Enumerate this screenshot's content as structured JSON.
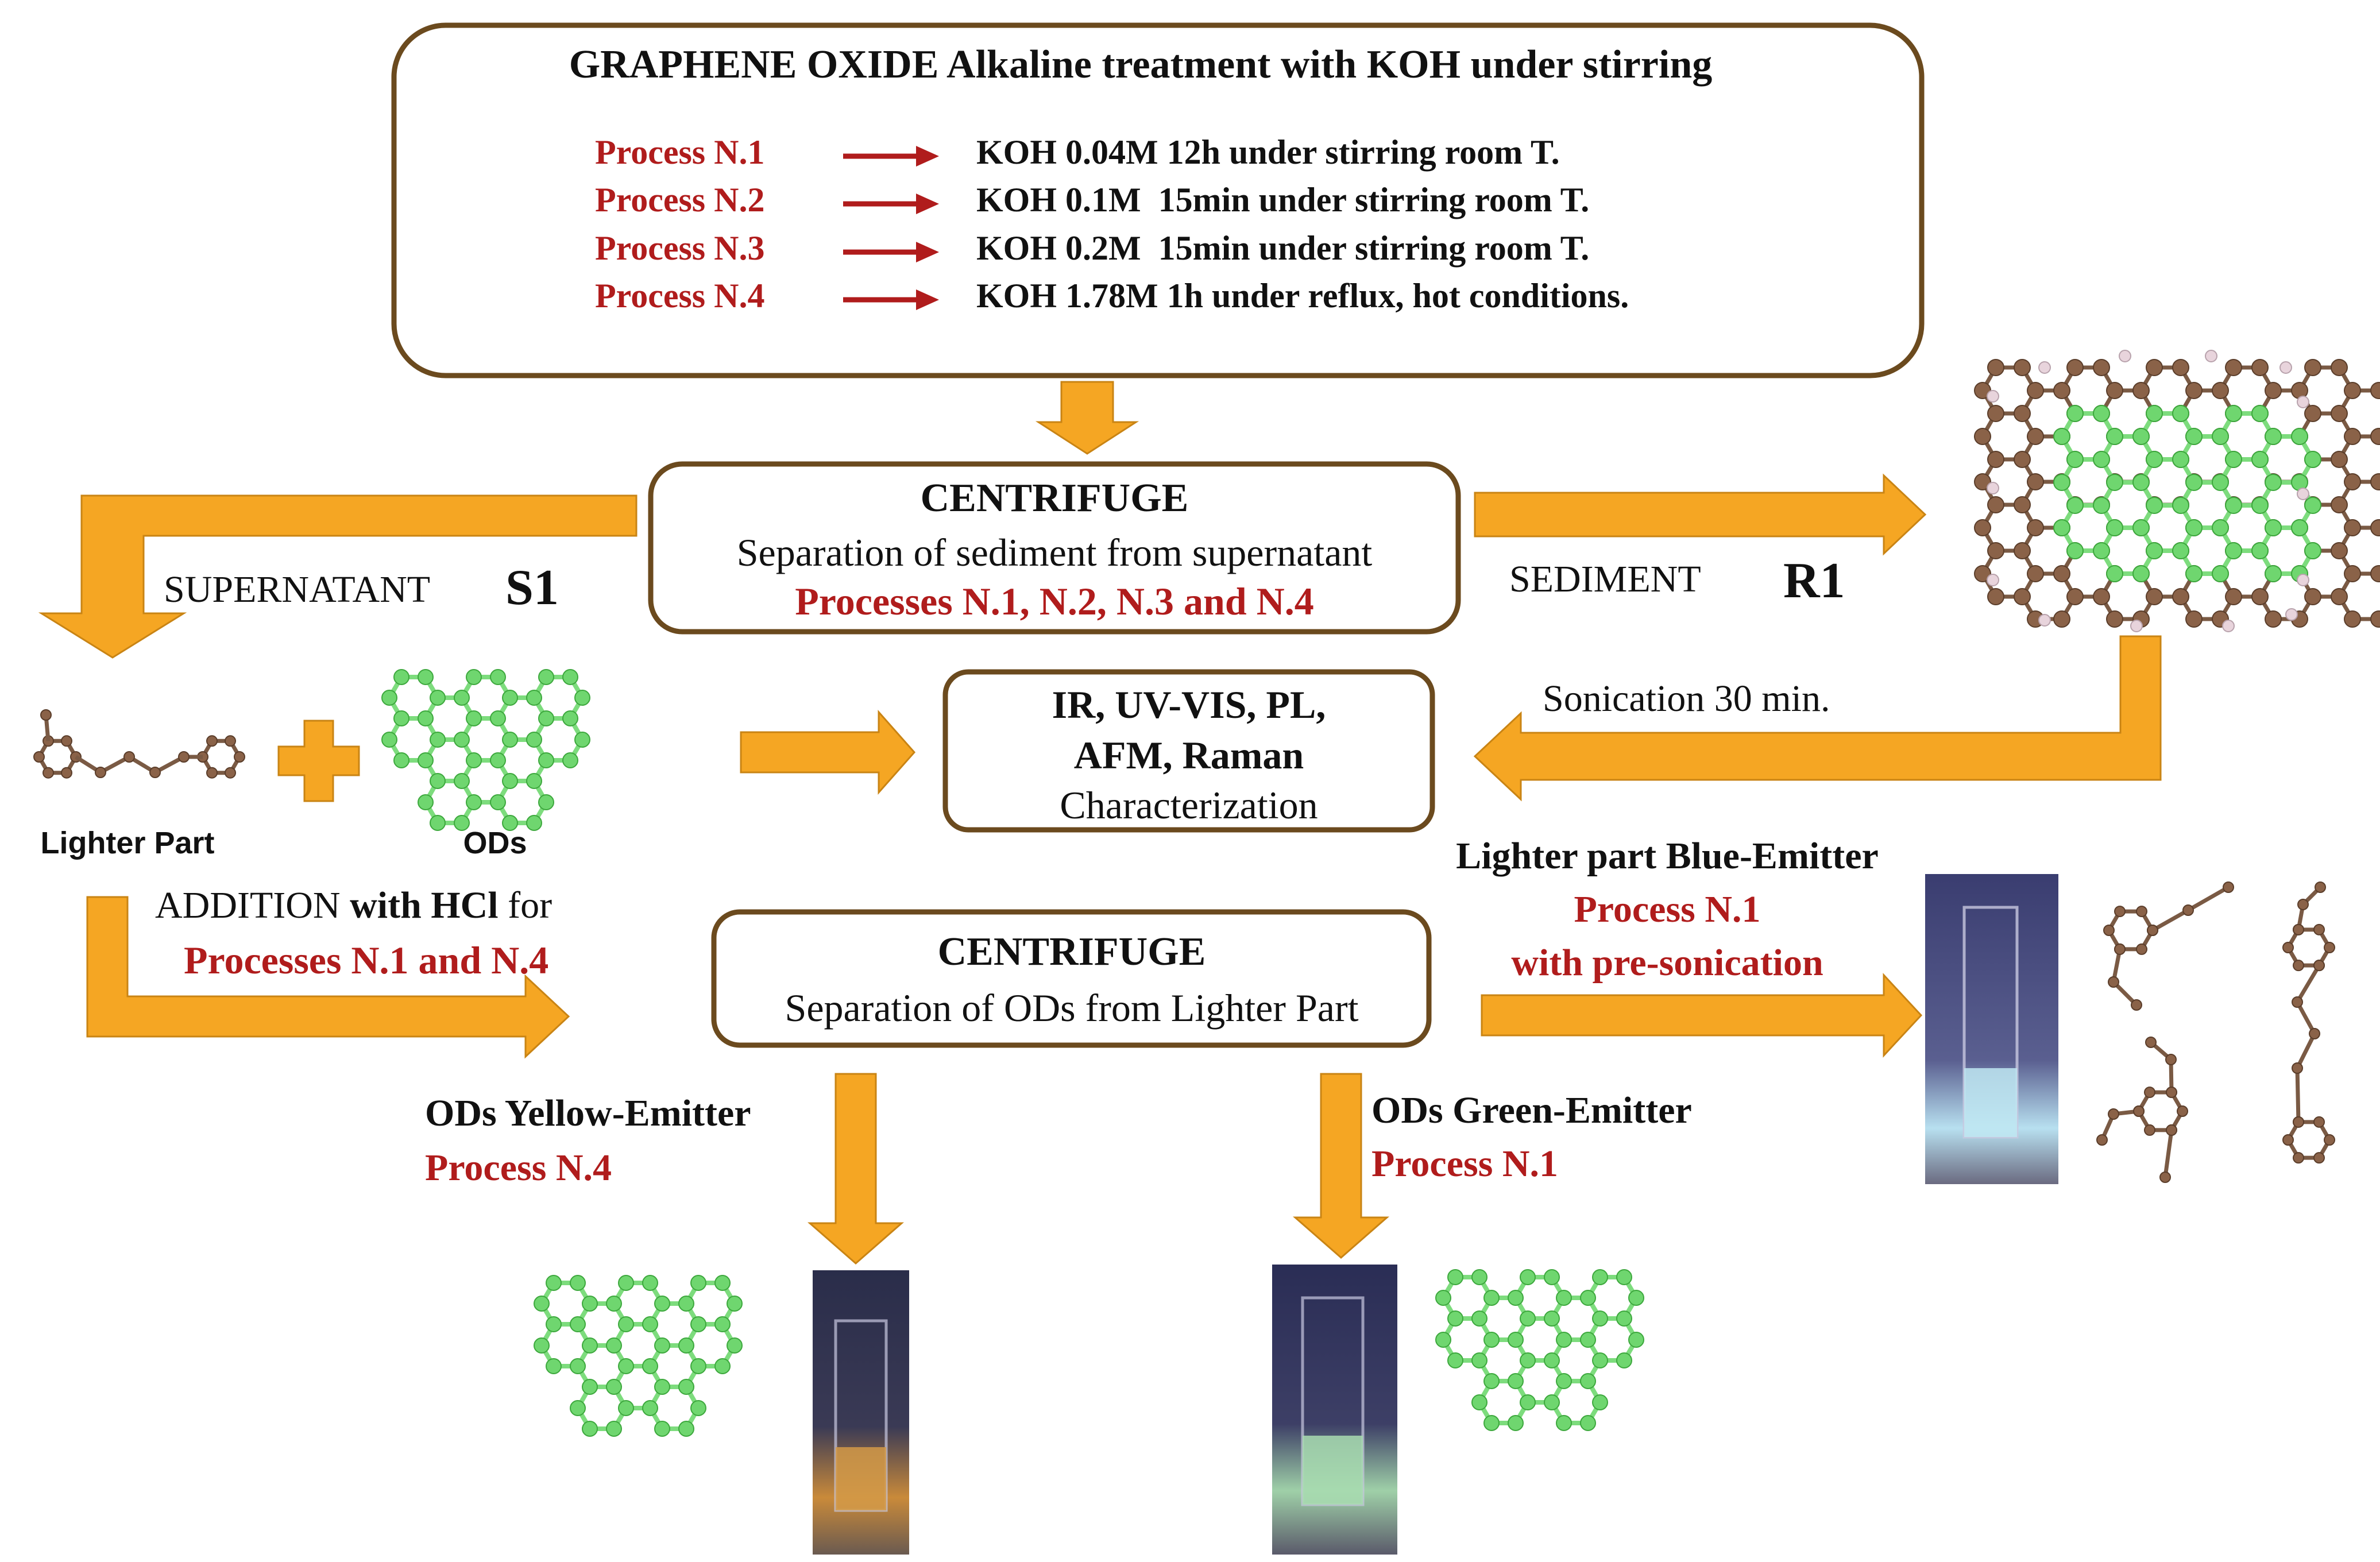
{
  "top_box": {
    "title": "GRAPHENE OXIDE Alkaline treatment with KOH under stirring",
    "processes": [
      {
        "label": "Process N.1",
        "condition": "KOH 0.04M 12h under stirring room T."
      },
      {
        "label": "Process N.2",
        "condition": "KOH 0.1M  15min under stirring room T."
      },
      {
        "label": "Process N.3",
        "condition": "KOH 0.2M  15min under stirring room T."
      },
      {
        "label": "Process N.4",
        "condition": "KOH 1.78M 1h under reflux, hot conditions."
      }
    ]
  },
  "centrifuge1": {
    "title": "CENTRIFUGE",
    "subtitle": "Separation of sediment from supernatant",
    "processes": "Processes N.1, N.2, N.3 and N.4"
  },
  "supernatant": {
    "label": "SUPERNATANT",
    "code": "S1"
  },
  "sediment": {
    "label": "SEDIMENT",
    "code": "R1"
  },
  "products": {
    "lighter_part": "Lighter Part",
    "ods": "ODs"
  },
  "characterization": {
    "line1": "IR, UV-VIS, PL,",
    "line2": "AFM, Raman",
    "line3": "Characterization"
  },
  "sonication": "Sonication 30 min.",
  "addition": {
    "prefix": "ADDITION",
    "bold": "with HCl",
    "suffix": "for",
    "processes": "Processes N.1 and N.4"
  },
  "centrifuge2": {
    "title": "CENTRIFUGE",
    "subtitle": "Separation of ODs from Lighter Part"
  },
  "blue_emitter": {
    "title": "Lighter part Blue-Emitter",
    "process": "Process N.1",
    "note": "with pre-sonication"
  },
  "yellow_emitter": {
    "title": "ODs Yellow-Emitter",
    "process": "Process N.4"
  },
  "green_emitter": {
    "title": "ODs Green-Emitter",
    "process": "Process N.1"
  },
  "colors": {
    "box_border": "#6b4a1e",
    "arrow_fill": "#f5a623",
    "process_red": "#b01c1c",
    "carbon_brown": "#8a6248",
    "graphene_green": "#6fd66f"
  }
}
